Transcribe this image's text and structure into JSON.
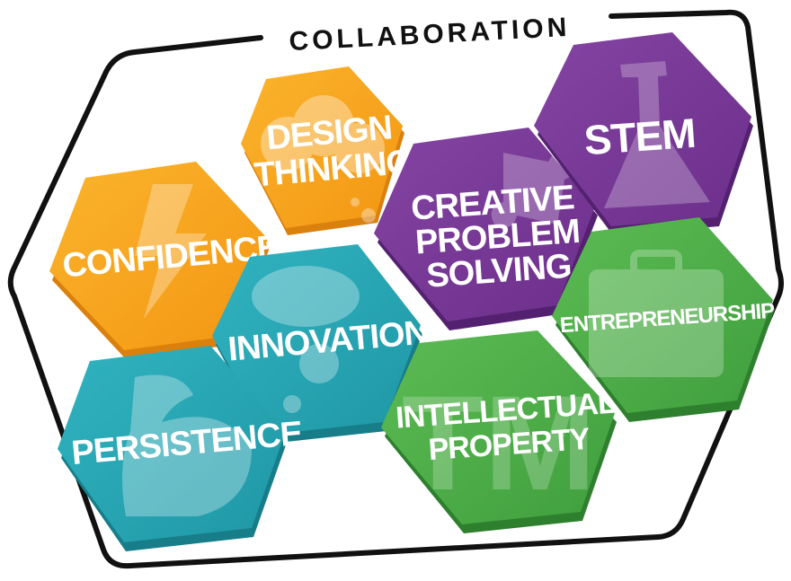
{
  "title": "COLLABORATION",
  "colors": {
    "orange": "#f7a21b",
    "teal": "#27a6b3",
    "purple": "#7a3a97",
    "green": "#4cae49",
    "outline": "#111111",
    "text": "#ffffff"
  },
  "tiles": [
    {
      "id": "design-thinking",
      "lines": [
        "DESIGN",
        "THINKING"
      ],
      "color": "orange",
      "icon": "cloud-icon"
    },
    {
      "id": "confidence",
      "lines": [
        "CONFIDENCE"
      ],
      "color": "orange",
      "icon": "lightning-icon"
    },
    {
      "id": "innovation",
      "lines": [
        "INNOVATION"
      ],
      "color": "teal",
      "icon": "thought-bubble-icon"
    },
    {
      "id": "persistence",
      "lines": [
        "PERSISTENCE"
      ],
      "color": "teal",
      "icon": "flexed-arm-icon"
    },
    {
      "id": "creative-problem-solving",
      "lines": [
        "CREATIVE",
        "PROBLEM",
        "SOLVING"
      ],
      "color": "purple",
      "icon": "puzzle-icon"
    },
    {
      "id": "stem",
      "lines": [
        "STEM"
      ],
      "color": "purple",
      "icon": "flask-icon"
    },
    {
      "id": "entrepreneurship",
      "lines": [
        "ENTREPRENEURSHIP"
      ],
      "color": "green",
      "icon": "briefcase-icon"
    },
    {
      "id": "intellectual-property",
      "lines": [
        "INTELLECTUAL",
        "PROPERTY"
      ],
      "color": "green",
      "icon": "trademark-icon"
    }
  ],
  "watermark_tm": "TM"
}
